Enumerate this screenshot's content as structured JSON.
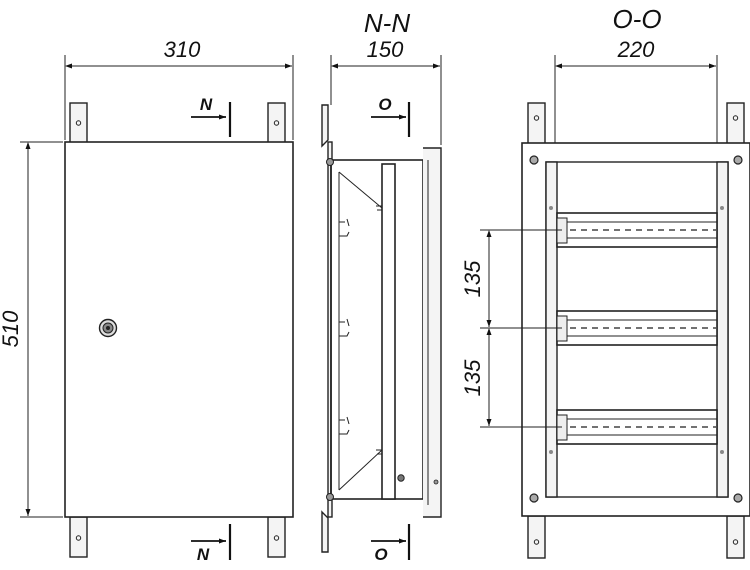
{
  "section_titles": {
    "n": "N-N",
    "o": "O-O"
  },
  "dimensions": {
    "width_front": "310",
    "depth_side": "150",
    "width_inner": "220",
    "height": "510",
    "rail_pitch_1": "135",
    "rail_pitch_2": "135"
  },
  "section_marks": {
    "n_top": "N",
    "n_bottom": "N",
    "o_top": "O",
    "o_bottom": "O"
  }
}
